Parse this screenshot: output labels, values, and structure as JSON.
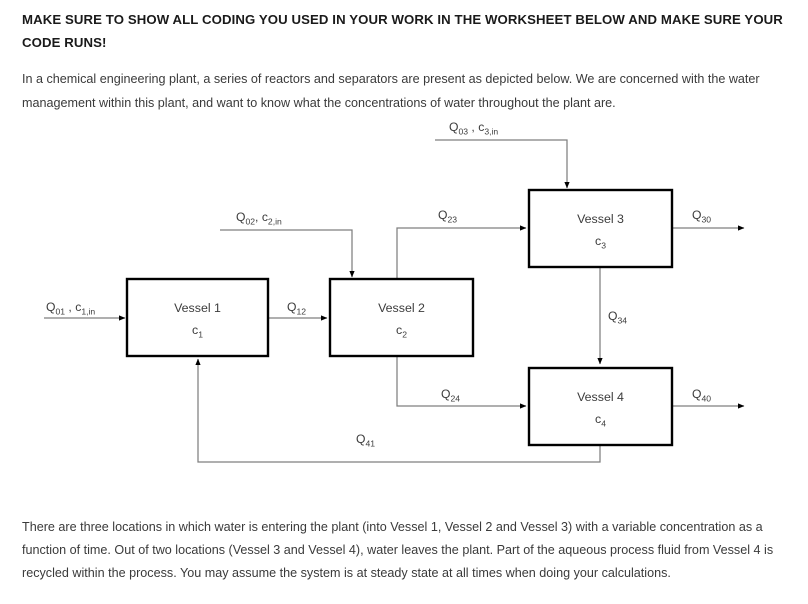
{
  "heading": "MAKE SURE TO SHOW ALL CODING YOU USED IN YOUR WORK IN THE WORKSHEET BELOW AND MAKE SURE YOUR CODE RUNS!",
  "intro_paragraph": "In a chemical engineering plant, a series of reactors and separators are present as depicted below. We are concerned with the water management within this plant, and want to know what the concentrations of water throughout the plant are.",
  "outro_paragraph": "There are three locations in which water is entering the plant (into Vessel 1, Vessel 2 and Vessel 3) with a variable concentration as a function of time. Out of two locations (Vessel 3 and Vessel 4), water leaves the plant. Part of the aqueous process fluid from Vessel 4 is recycled within the process. You may assume the system is at steady state at all times when doing your calculations.",
  "diagram": {
    "vessels": [
      {
        "id": "vessel-1",
        "title": "Vessel 1",
        "conc_base": "c",
        "conc_sub": "1"
      },
      {
        "id": "vessel-2",
        "title": "Vessel 2",
        "conc_base": "c",
        "conc_sub": "2"
      },
      {
        "id": "vessel-3",
        "title": "Vessel 3",
        "conc_base": "c",
        "conc_sub": "3"
      },
      {
        "id": "vessel-4",
        "title": "Vessel 4",
        "conc_base": "c",
        "conc_sub": "4"
      }
    ],
    "streams": [
      {
        "id": "Q01",
        "base": "Q",
        "sub": "01",
        "extra_base": "c",
        "extra_sub": "1,in",
        "separator": " , "
      },
      {
        "id": "Q02",
        "base": "Q",
        "sub": "02",
        "extra_base": "c",
        "extra_sub": "2,in",
        "separator": ", "
      },
      {
        "id": "Q03",
        "base": "Q",
        "sub": "03",
        "extra_base": "c",
        "extra_sub": "3,in",
        "separator": " , "
      },
      {
        "id": "Q12",
        "base": "Q",
        "sub": "12"
      },
      {
        "id": "Q23",
        "base": "Q",
        "sub": "23"
      },
      {
        "id": "Q24",
        "base": "Q",
        "sub": "24"
      },
      {
        "id": "Q30",
        "base": "Q",
        "sub": "30"
      },
      {
        "id": "Q34",
        "base": "Q",
        "sub": "34"
      },
      {
        "id": "Q40",
        "base": "Q",
        "sub": "40"
      },
      {
        "id": "Q41",
        "base": "Q",
        "sub": "41"
      }
    ]
  },
  "colors": {
    "line": "#7f7f7f",
    "box_stroke": "#000000",
    "text": "#3a3a3a",
    "heading": "#1a1a1a",
    "background": "#ffffff"
  }
}
